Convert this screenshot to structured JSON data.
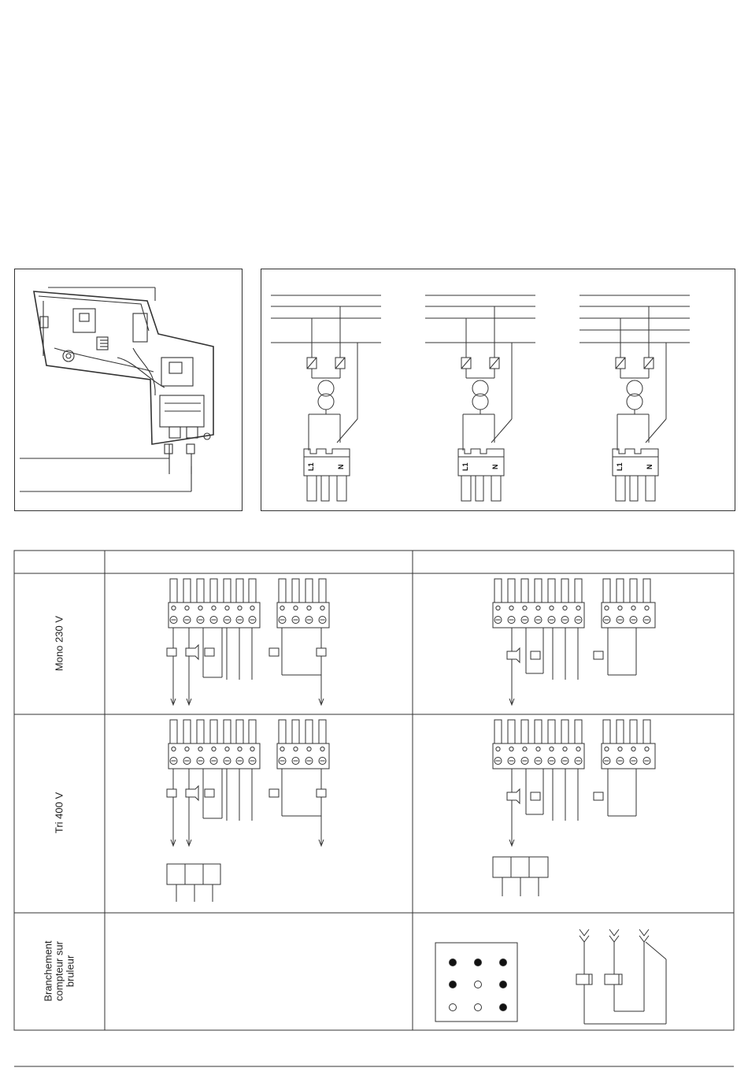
{
  "terminal_block": {
    "left_label": "L1",
    "right_label": "N"
  },
  "table": {
    "header": [
      "",
      "",
      ""
    ],
    "rows": [
      {
        "label": "Mono 230 V"
      },
      {
        "label": "Tri 400 V"
      },
      {
        "label_lines": [
          "Branchement",
          "compteur sur",
          "bruleur"
        ]
      }
    ]
  },
  "colors": {
    "line": "#333333",
    "paper": "#ffffff"
  },
  "connector_grid": {
    "pins": [
      [
        "filled",
        "filled",
        "filled"
      ],
      [
        "filled",
        "open",
        "filled"
      ],
      [
        "open",
        "open",
        "filled"
      ]
    ]
  }
}
